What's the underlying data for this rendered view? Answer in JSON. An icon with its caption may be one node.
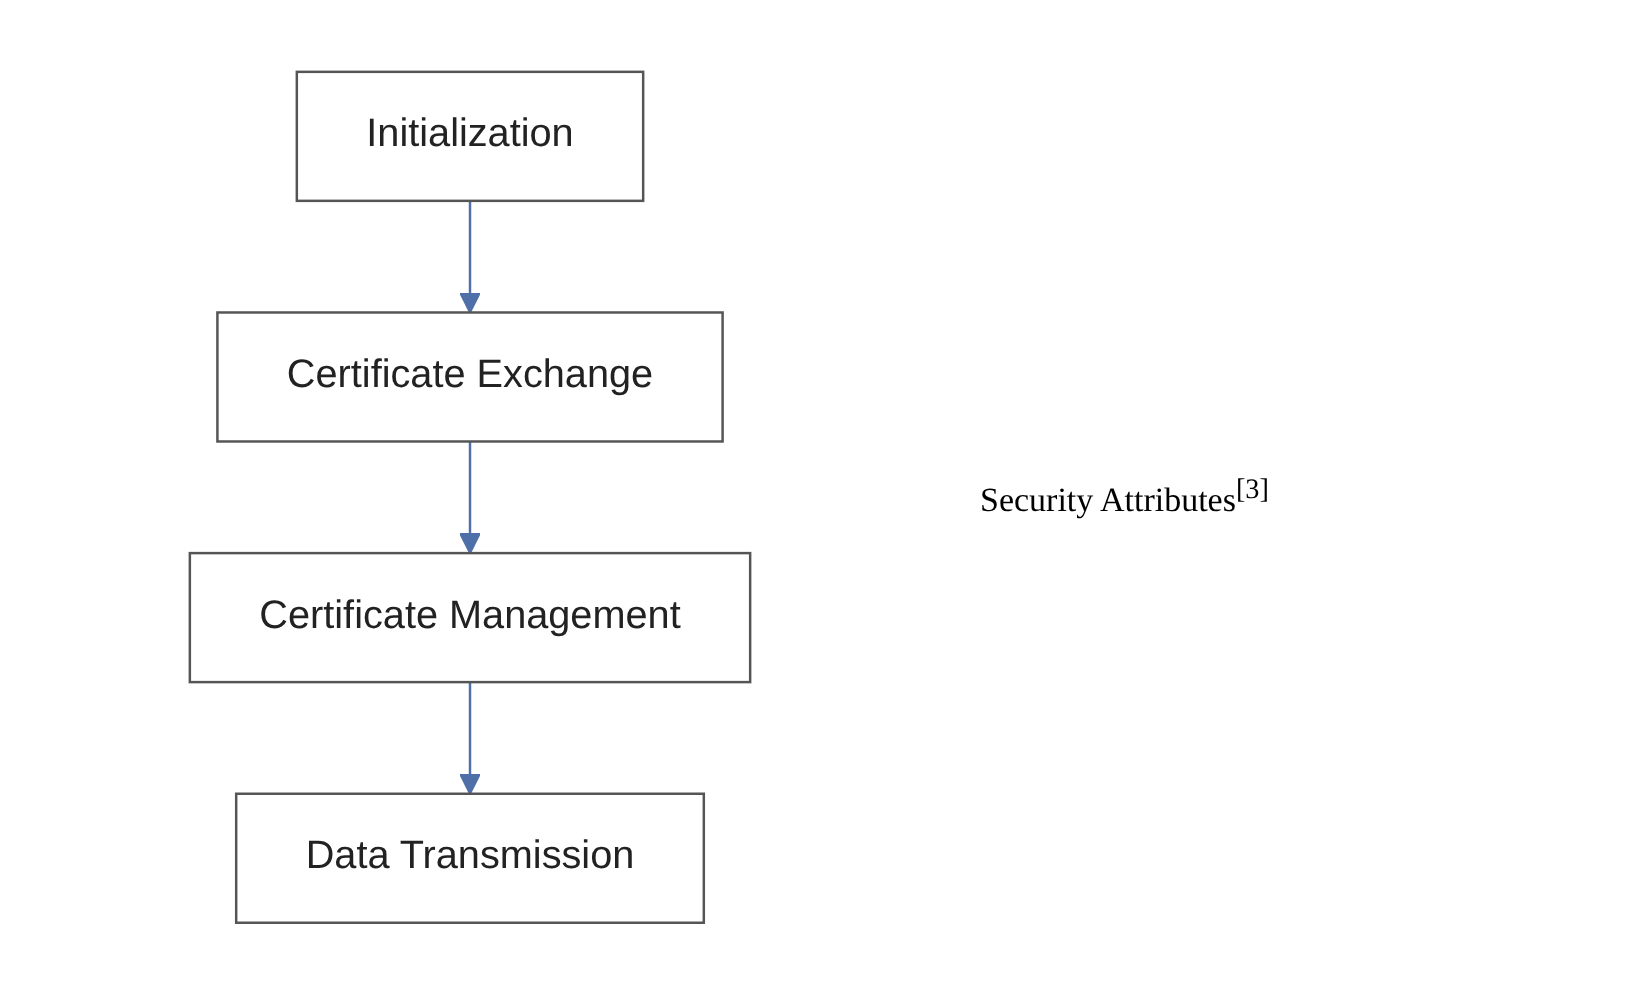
{
  "diagram": {
    "caption": "Security Attributes$^{[3]}$",
    "nodes": [
      {
        "text": [
          "Initialization"
        ]
      },
      {
        "text": [
          "Certificate Exchange"
        ]
      },
      {
        "text": [
          "Certificate Management"
        ]
      },
      {
        "text": [
          "Data Transmission"
        ]
      }
    ],
    "edges": [
      {
        "from": 0,
        "to": 1,
        "arrow": "to",
        "color": "#4f6fa8"
      },
      {
        "from": 1,
        "to": 2,
        "arrow": "to",
        "color": "#4f6fa8"
      },
      {
        "from": 2,
        "to": 3,
        "arrow": "to",
        "color": "#4f6fa8"
      }
    ]
  }
}
